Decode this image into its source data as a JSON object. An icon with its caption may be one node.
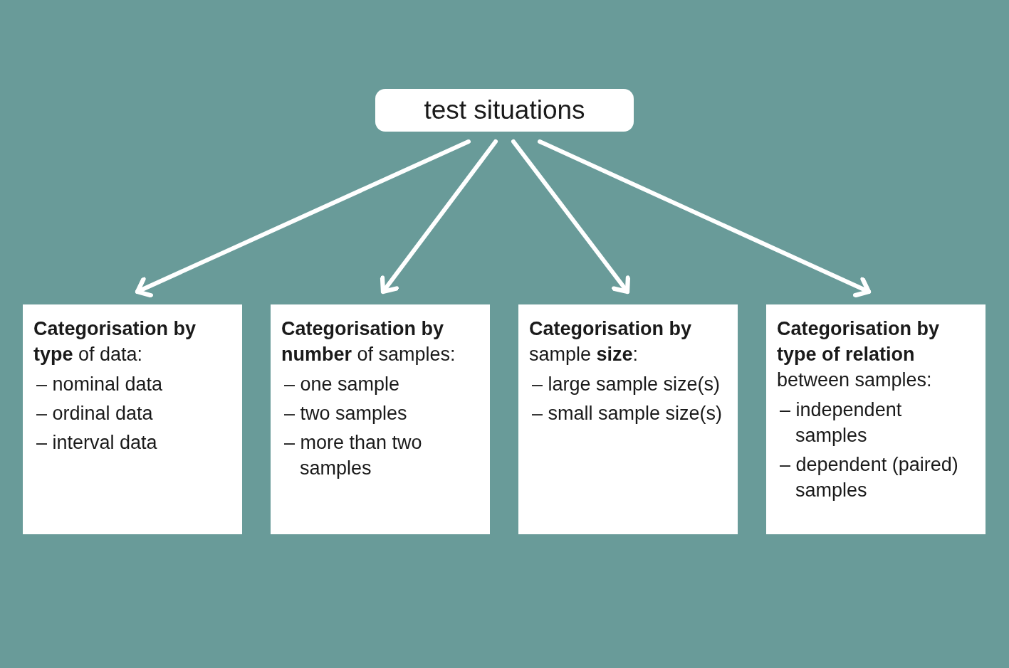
{
  "diagram": {
    "nodes": [
      {
        "text": [
          "test situations"
        ]
      },
      {
        "text": [
          "**Categorisation by type** of data:",
          "– nominal data",
          "– ordinal data",
          "– interval data"
        ]
      },
      {
        "text": [
          "**Categorisation by number** of samples:",
          "– one sample",
          "– two samples",
          "– more than two samples"
        ]
      },
      {
        "text": [
          "**Categorisation by** sample **size**:",
          "– large sample size(s)",
          "– small sample size(s)"
        ]
      },
      {
        "text": [
          "**Categorisation by type of relation** between samples:",
          "– independent samples",
          "– dependent (paired) samples"
        ]
      }
    ],
    "edges": [
      {
        "from": 0,
        "to": 1,
        "arrow": "to"
      },
      {
        "from": 0,
        "to": 2,
        "arrow": "to"
      },
      {
        "from": 0,
        "to": 3,
        "arrow": "to"
      },
      {
        "from": 0,
        "to": 4,
        "arrow": "to"
      }
    ]
  }
}
